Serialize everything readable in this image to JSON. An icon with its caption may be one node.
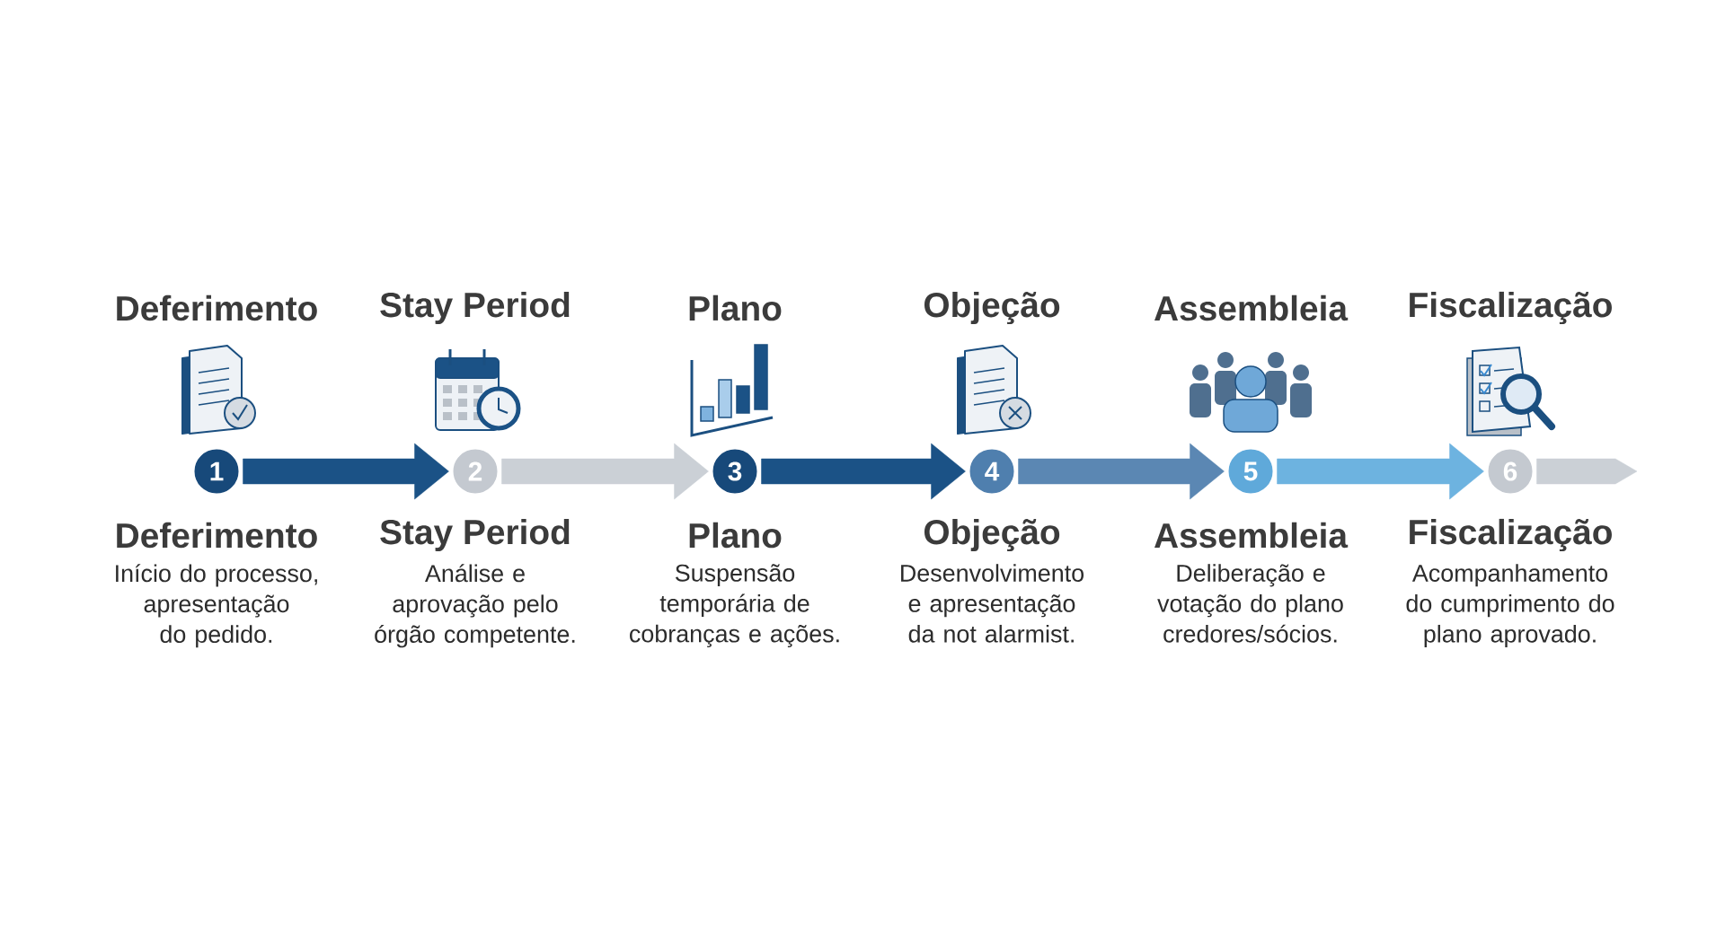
{
  "diagram": {
    "nodes": [
      {
        "text": [
          "1"
        ],
        "beside": [
          "Deferimento",
          "Deferimento",
          "Início do processo, apresentação do pedido."
        ]
      },
      {
        "text": [
          "2"
        ],
        "beside": [
          "Stay Period",
          "Stay Period",
          "Análise e aprovação pelo órgão competente."
        ]
      },
      {
        "text": [
          "3"
        ],
        "beside": [
          "Plano",
          "Plano",
          "Suspensão temporária de cobranças e ações."
        ]
      },
      {
        "text": [
          "4"
        ],
        "beside": [
          "Objeção",
          "Objeção",
          "Desenvolvimento e apresentação da not alarmist."
        ]
      },
      {
        "text": [
          "5"
        ],
        "beside": [
          "Assembleia",
          "Assembleia",
          "Deliberação e votação do plano credores/sócios."
        ]
      },
      {
        "text": [
          "6"
        ],
        "beside": [
          "Fiscalização",
          "Fiscalização",
          "Acompanhamento do cumprimento do plano aprovado."
        ]
      }
    ],
    "edges": [
      {
        "from": 0,
        "to": 1,
        "arrow": "to",
        "color": "#1b5286"
      },
      {
        "from": 1,
        "to": 2,
        "arrow": "to",
        "color": "#cbd0d6"
      },
      {
        "from": 2,
        "to": 3,
        "arrow": "to",
        "color": "#1b5286"
      },
      {
        "from": 3,
        "to": 4,
        "arrow": "to",
        "color": "#5b87b3"
      },
      {
        "from": 4,
        "to": 5,
        "arrow": "to",
        "color": "#6db3e0"
      },
      {
        "from": 5,
        "to": null,
        "arrow": "to",
        "color": "#cbd0d6"
      }
    ]
  }
}
